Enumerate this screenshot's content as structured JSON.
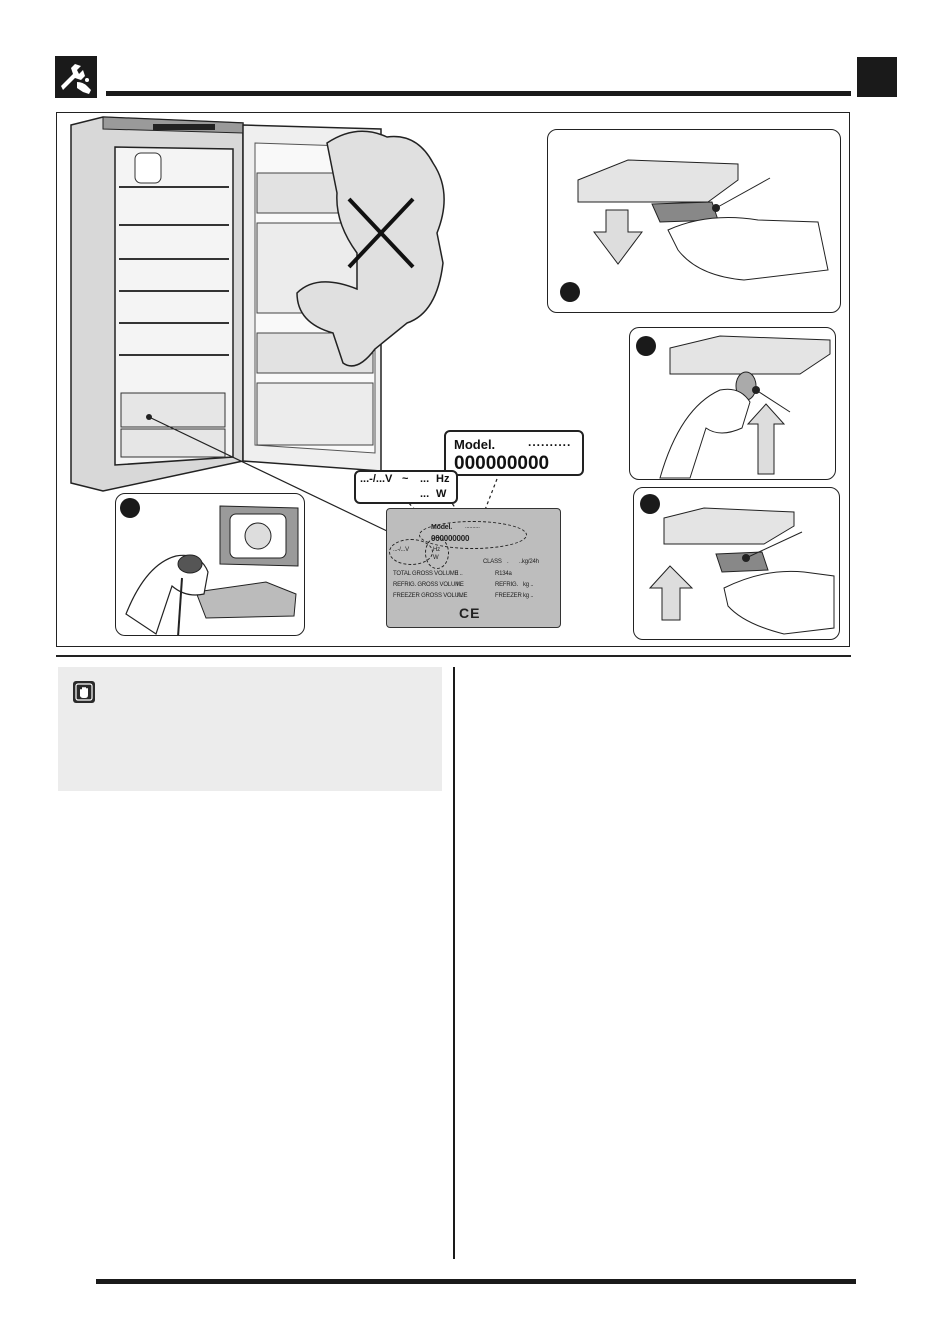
{
  "callout_model": {
    "label": "Model.",
    "dots": "..........",
    "number": "000000000"
  },
  "callout_electric": {
    "voltage": "...-/...V",
    "tilde": "~",
    "hz_dots": "...",
    "hz": "Hz",
    "w_dots": "...",
    "w": "W"
  },
  "rating_plate": {
    "model_label": "Model.",
    "model_dots": "..........",
    "model_number": "000000000",
    "voltage": "...-/...V",
    "hz": "Hz",
    "w": "W",
    "class_label": "CLASS",
    "class_value": ".",
    "energy": "..kg/24h",
    "rows": [
      {
        "label": "TOTAL GROSS VOLUME",
        "unit": "l ..",
        "right_label": "R134a",
        "right_value": ""
      },
      {
        "label": "REFRIG. GROSS VOLUME",
        "unit": "l ..",
        "right_label": "REFRIG.",
        "right_value": "kg .."
      },
      {
        "label": "FREEZER GROSS VOLUME",
        "unit": "l ..",
        "right_label": "FREEZER",
        "right_value": "kg .."
      }
    ],
    "ce_mark": "CE"
  },
  "icons": {
    "header": "wrench-hand-icon",
    "warning": "stop-hand-icon"
  },
  "colors": {
    "ink": "#1a1a1a",
    "panel_gray": "#ececec",
    "plate_gray": "#bdbdbd"
  }
}
